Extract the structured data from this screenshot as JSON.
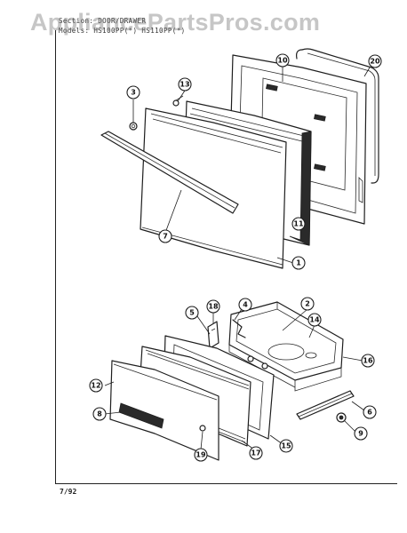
{
  "header": {
    "section_line": "Section: DOOR/DRAWER",
    "models_line": "Models: HS100PP(*)    HS110PP(*)"
  },
  "watermark": "AppliancePartsPros.com",
  "footer": {
    "date_code": "7/92"
  },
  "callouts": {
    "c1": "1",
    "c2": "2",
    "c3": "3",
    "c4": "4",
    "c5": "5",
    "c6": "6",
    "c7": "7",
    "c8": "8",
    "c9": "9",
    "c10": "10",
    "c11": "11",
    "c12": "12",
    "c13": "13",
    "c14": "14",
    "c15": "15",
    "c16": "16",
    "c17": "17",
    "c18": "18",
    "c19": "19",
    "c20": "20"
  }
}
